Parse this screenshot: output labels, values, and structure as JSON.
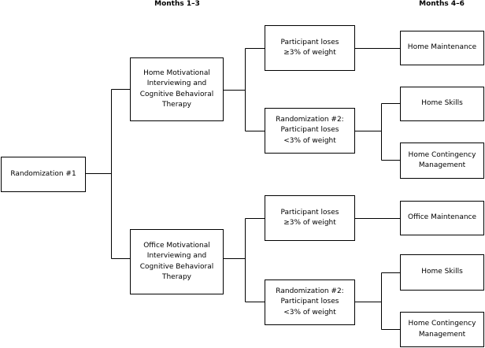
{
  "headers": {
    "phase1": "Months 1–3",
    "phase2": "Months 4–6"
  },
  "nodes": {
    "randomization1": "Randomization #1",
    "home_mi_cbt": "Home Motivational\nInterviewing and\nCognitive Behavioral\nTherapy",
    "office_mi_cbt": "Office Motivational\nInterviewing and\nCognitive Behavioral\nTherapy",
    "home_responder": "Participant loses\n≥3% of weight",
    "home_randomization2": "Randomization #2:\nParticipant loses\n<3% of weight",
    "office_responder": "Participant loses\n≥3% of weight",
    "office_randomization2": "Randomization #2:\nParticipant loses\n<3% of weight",
    "home_maintenance": "Home Maintenance",
    "home_skills_a": "Home Skills",
    "home_contingency_a": "Home Contingency\nManagement",
    "office_maintenance": "Office Maintenance",
    "home_skills_b": "Home Skills",
    "home_contingency_b": "Home Contingency\nManagement"
  }
}
